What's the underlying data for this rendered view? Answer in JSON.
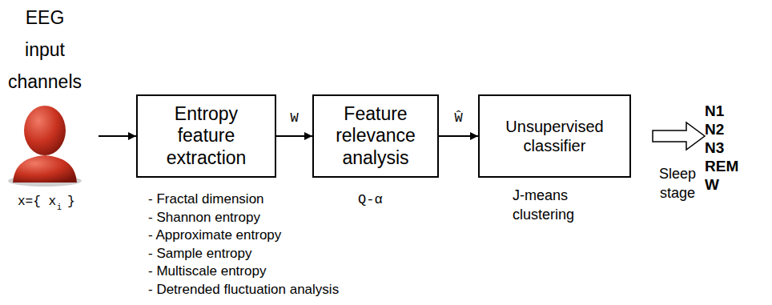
{
  "diagram": {
    "nodes": [
      {
        "text": [
          "Entropy feature extraction"
        ]
      },
      {
        "text": [
          "Feature relevance analysis"
        ]
      },
      {
        "text": [
          "Unsupervised classifier"
        ]
      }
    ],
    "edges": [
      {
        "from": 0,
        "to": 1,
        "arrow": "to",
        "label": "W"
      },
      {
        "from": 1,
        "to": 2,
        "arrow": "to",
        "label": "Ŵ"
      }
    ],
    "labels": [
      "EEG input channels",
      "x={ x",
      "i",
      "}",
      "- Fractal dimension",
      "- Shannon entropy",
      "- Approximate entropy",
      "- Sample entropy",
      "- Multiscale entropy",
      "- Detrended fluctuation analysis",
      "Q-α",
      "J-means clustering",
      "Sleep stage",
      "N1",
      "N2",
      "N3",
      "REM",
      "W"
    ]
  }
}
